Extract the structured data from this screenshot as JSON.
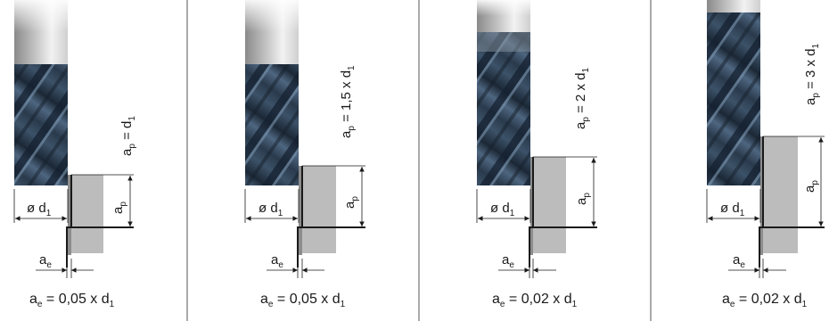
{
  "panels": [
    {
      "id": "p1",
      "ap_ratio": "a",
      "ap_value": "d",
      "ap_value_sub": "1",
      "ae_formula": "= 0,05 x d",
      "ae_formula_sub": "1"
    },
    {
      "id": "p2",
      "ap_ratio": "a",
      "ap_value": "= 1,5 x d",
      "ap_value_sub": "1",
      "ae_formula": "= 0,05 x d",
      "ae_formula_sub": "1"
    },
    {
      "id": "p3",
      "ap_ratio": "a",
      "ap_value": "= 2 x d",
      "ap_value_sub": "1",
      "ae_formula": "= 0,02 x d",
      "ae_formula_sub": "1"
    },
    {
      "id": "p4",
      "ap_ratio": "a",
      "ap_value": "= 3 x d",
      "ap_value_sub": "1",
      "ae_formula": "= 0,02 x d",
      "ae_formula_sub": "1"
    }
  ],
  "labels": {
    "diameter": "ø d",
    "diameter_sub": "1",
    "ap": "a",
    "ap_sub": "p",
    "ae": "a",
    "ae_sub": "e",
    "d_sub": "1"
  },
  "colors": {
    "tool_body": "#2e3f52",
    "tool_flute": "#1c2836",
    "tool_highlight": "#6f8aa3",
    "shank": "#a0a0a0",
    "workpiece": "#bfbfbf",
    "divider": "#444444"
  }
}
